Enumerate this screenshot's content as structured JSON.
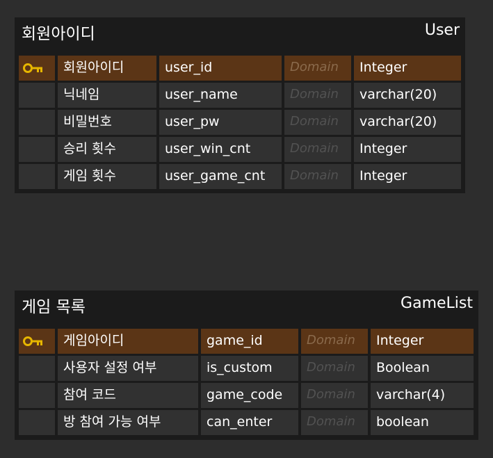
{
  "entities": [
    {
      "logical_name": "회원아이디",
      "physical_name": "User",
      "columns": [
        {
          "key": "pk",
          "name": "회원아이디",
          "field": "user_id",
          "domain": "Domain",
          "type": "Integer"
        },
        {
          "key": "",
          "name": "닉네임",
          "field": "user_name",
          "domain": "Domain",
          "type": "varchar(20)"
        },
        {
          "key": "",
          "name": "비밀번호",
          "field": "user_pw",
          "domain": "Domain",
          "type": "varchar(20)"
        },
        {
          "key": "",
          "name": "승리 횟수",
          "field": "user_win_cnt",
          "domain": "Domain",
          "type": "Integer"
        },
        {
          "key": "",
          "name": "게임 횟수",
          "field": "user_game_cnt",
          "domain": "Domain",
          "type": "Integer"
        }
      ]
    },
    {
      "logical_name": "게임 목록",
      "physical_name": "GameList",
      "columns": [
        {
          "key": "pk",
          "name": "게임아이디",
          "field": "game_id",
          "domain": "Domain",
          "type": "Integer"
        },
        {
          "key": "",
          "name": "사용자 설정 여부",
          "field": "is_custom",
          "domain": "Domain",
          "type": "Boolean"
        },
        {
          "key": "",
          "name": "참여 코드",
          "field": "game_code",
          "domain": "Domain",
          "type": "varchar(4)"
        },
        {
          "key": "",
          "name": "방 참여 가능 여부",
          "field": "can_enter",
          "domain": "Domain",
          "type": "boolean"
        }
      ]
    }
  ],
  "icons": {
    "primary_key": "key-icon",
    "key_color": "#e6b600"
  },
  "colors": {
    "canvas": "#2d2d2d",
    "entity_bg": "#1b1b1b",
    "cell_bg": "#313131",
    "pk_row_bg": "#5b3516"
  }
}
